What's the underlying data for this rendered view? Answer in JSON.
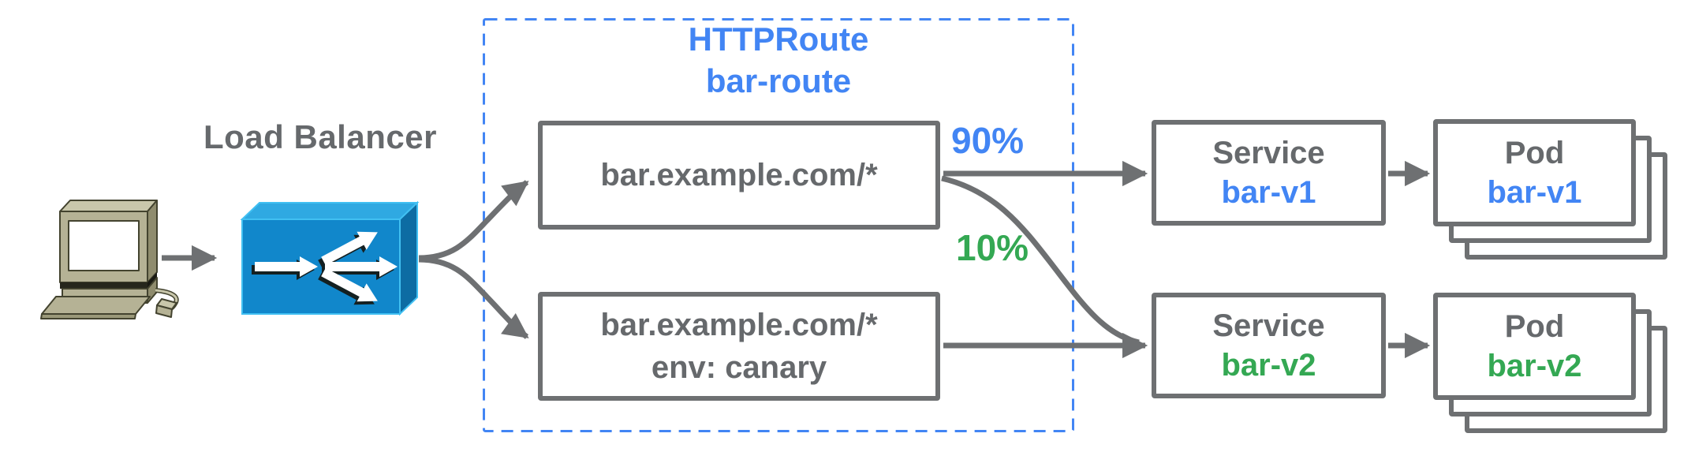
{
  "labels": {
    "load_balancer": "Load Balancer"
  },
  "httproute_group": {
    "kind": "HTTPRoute",
    "name": "bar-route"
  },
  "routes": [
    {
      "host": "bar.example.com/*",
      "annotation": "",
      "weight": "90%"
    },
    {
      "host": "bar.example.com/*",
      "annotation": "env: canary",
      "weight": "10%"
    }
  ],
  "services": [
    {
      "kind": "Service",
      "name": "bar-v1"
    },
    {
      "kind": "Service",
      "name": "bar-v2"
    }
  ],
  "pods": [
    {
      "kind": "Pod",
      "name": "bar-v1"
    },
    {
      "kind": "Pod",
      "name": "bar-v2"
    }
  ],
  "icons": {
    "client": "client-computer-icon",
    "load_balancer": "load-balancer-icon"
  },
  "colors": {
    "blue": "#4285f4",
    "green": "#34a853",
    "gray_text": "#66696c",
    "gray_line": "#6e7072",
    "lb_front": "#1187cb",
    "lb_top": "#2fa9e2",
    "lb_side": "#0d6ca3",
    "lb_outline": "#41c0f2",
    "computer_beige": "#b5b295",
    "computer_beige_light": "#c9c7ab",
    "computer_beige_dark": "#8f8c6e",
    "computer_outline": "#43432f"
  }
}
